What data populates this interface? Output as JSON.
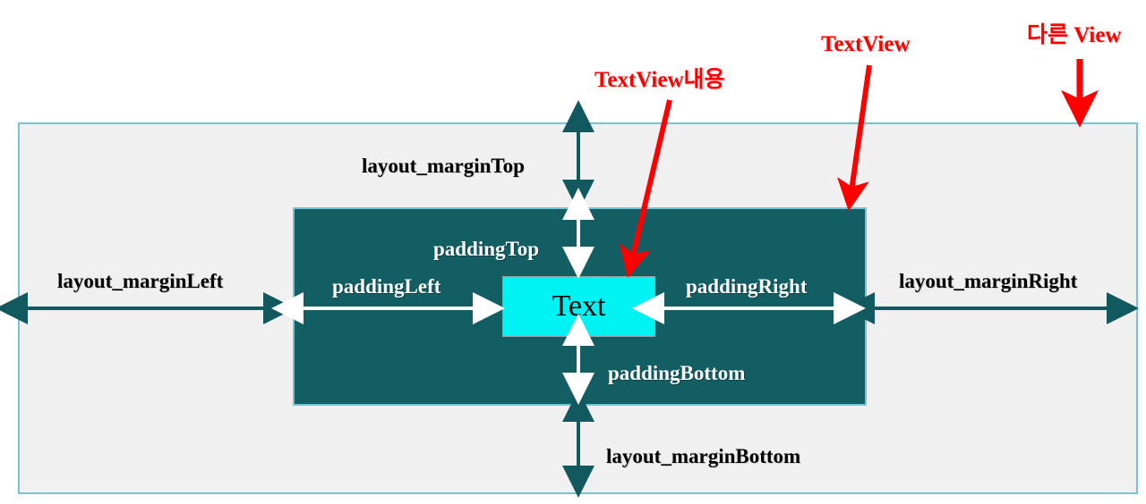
{
  "diagram": {
    "title": "Android View layout margin and padding diagram",
    "colors": {
      "outer_view_fill": "#f0f0f0",
      "outer_view_border": "#74c4d2",
      "textview_fill": "#125e63",
      "textview_border": "#74c4d2",
      "text_fill": "#00f2f2",
      "text_border": "#9aa0a6",
      "margin_arrow": "#12595f",
      "padding_arrow": "#ffffff",
      "annotation": "#ff0000",
      "page_background": "#ffffff"
    },
    "inner_text": {
      "label": "Text"
    },
    "margin_labels": [
      {
        "key": "layout_marginTop",
        "text": "layout_marginTop"
      },
      {
        "key": "layout_marginLeft",
        "text": "layout_marginLeft"
      },
      {
        "key": "layout_marginRight",
        "text": "layout_marginRight"
      },
      {
        "key": "layout_marginBottom",
        "text": "layout_marginBottom"
      }
    ],
    "padding_labels": [
      {
        "key": "paddingTop",
        "text": "paddingTop"
      },
      {
        "key": "paddingLeft",
        "text": "paddingLeft"
      },
      {
        "key": "paddingRight",
        "text": "paddingRight"
      },
      {
        "key": "paddingBottom",
        "text": "paddingBottom"
      }
    ],
    "annotations": [
      {
        "key": "textview_content",
        "text": "TextView내용"
      },
      {
        "key": "textview",
        "text": "TextView"
      },
      {
        "key": "other_view",
        "text": "다른 View"
      }
    ]
  }
}
